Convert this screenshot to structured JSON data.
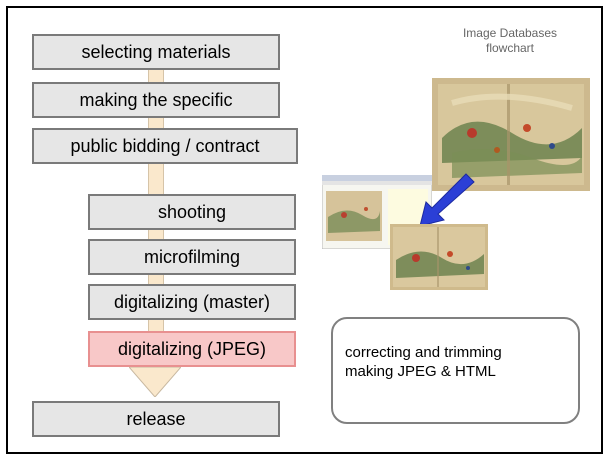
{
  "slide": {
    "caption_line1": "Image Databases",
    "caption_line2": "flowchart"
  },
  "flow": {
    "steps": [
      "selecting materials",
      "making the specific",
      "public bidding / contract",
      "shooting",
      "microfilming",
      "digitalizing (master)",
      "digitalizing (JPEG)",
      "release"
    ]
  },
  "note": {
    "line1": "correcting and trimming",
    "line2": "making JPEG & HTML"
  },
  "colors": {
    "step_fill": "#e6e6e6",
    "step_border": "#7a7a7a",
    "highlight_fill": "#f8c8c8",
    "highlight_border": "#e89090",
    "flow_arrow": "#fae8cc",
    "blue_arrow": "#2b3fd6"
  }
}
